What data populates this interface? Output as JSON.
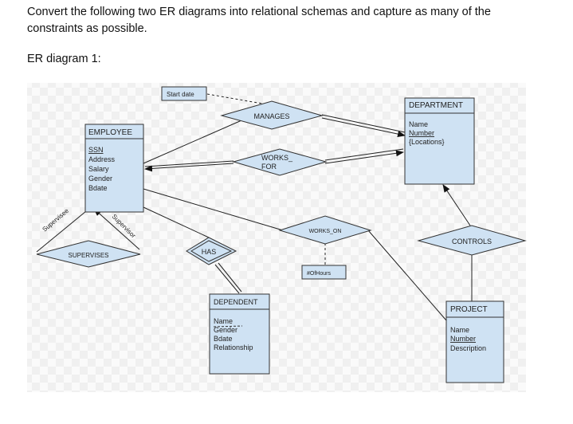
{
  "question": "Convert the following two ER diagrams into relational schemas and capture as many of the constraints as possible.",
  "subtitle": "ER diagram 1:",
  "entities": {
    "employee": {
      "name": "EMPLOYEE",
      "attrs": [
        "SSN",
        "Address",
        "Salary",
        "Gender",
        "Bdate"
      ]
    },
    "department": {
      "name": "DEPARTMENT",
      "attrs": [
        "Name",
        "Number",
        "{Locations}"
      ]
    },
    "dependent": {
      "name": "DEPENDENT",
      "attrs": [
        "Name",
        "Gender",
        "Bdate",
        "Relationship"
      ]
    },
    "project": {
      "name": "PROJECT",
      "attrs": [
        "Name",
        "Number",
        "Description"
      ]
    }
  },
  "relationships": {
    "manages": "MANAGES",
    "works_for_1": "WORKS_",
    "works_for_2": "FOR",
    "works_on": "WORKS_ON",
    "controls": "CONTROLS",
    "has": "HAS",
    "supervises": "SUPERVISES"
  },
  "attributes": {
    "start_date": "Start date",
    "hours": "#OfHours"
  },
  "roles": {
    "supervisee": "Supervisee",
    "supervisor": "Supervisor"
  },
  "colors": {
    "fill": "#cfe2f3",
    "stroke": "#333333",
    "canvas": "#f4f4f4"
  }
}
